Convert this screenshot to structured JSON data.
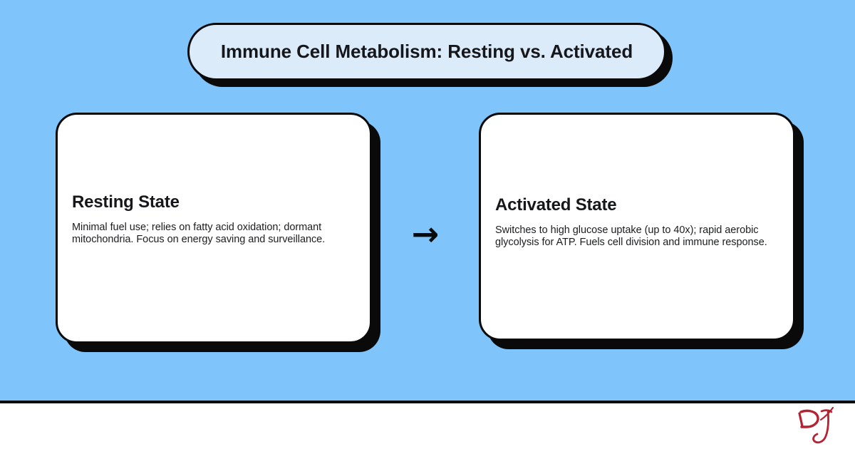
{
  "theme": {
    "background_blue": "#7FC5FC",
    "pill_fill": "#DCEBFA",
    "card_fill": "#FFFFFF",
    "outline": "#0A0A0A",
    "text": "#15171A",
    "logo_red": "#B52231"
  },
  "header": {
    "title": "Immune Cell Metabolism: Resting vs. Activated"
  },
  "cards": [
    {
      "heading": "Resting State",
      "body": "Minimal fuel use; relies on fatty acid oxidation; dormant mitochondria. Focus on energy saving and surveillance."
    },
    {
      "heading": "Activated State",
      "body": "Switches to high glucose uptake (up to 40x); rapid aerobic glycolysis for ATP. Fuels cell division and immune response."
    }
  ],
  "connector": {
    "icon": "arrow-right-icon",
    "glyph": "→"
  },
  "footer": {
    "logo_text": "DJ"
  }
}
